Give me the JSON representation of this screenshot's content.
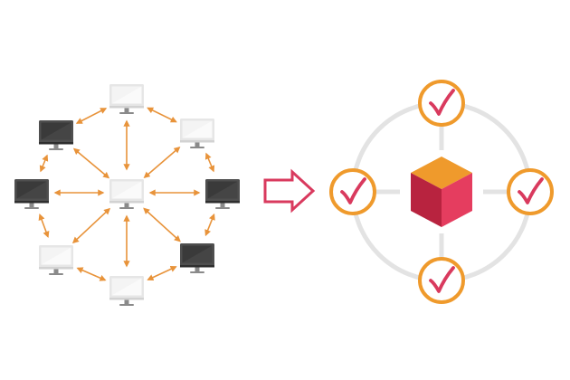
{
  "diagram": {
    "kind": "network-to-centralized",
    "left": {
      "name": "peer-network",
      "node_type": "computer-monitor",
      "node_count": 9,
      "dark_nodes": 4,
      "light_nodes": 5,
      "connection_style": "double-headed arrows"
    },
    "transition": {
      "name": "transform-arrow",
      "direction": "right"
    },
    "right": {
      "name": "central-hub",
      "center_icon": "cube-icon",
      "satellite_icon": "check-circle-icon",
      "satellite_count": 4,
      "connection_style": "ring with spokes"
    }
  },
  "colors": {
    "connector_arrows": "#e8933a",
    "monitor_dark": "#4f4f4f",
    "monitor_light": "#e6e6e6",
    "monitor_stand": "#8a8a8a",
    "transition_arrow": "#d93a5e",
    "ring": "#e3e3e3",
    "check_circle_stroke": "#ef9a2c",
    "check_mark": "#d93a5e",
    "cube_top": "#ef9a2c",
    "cube_left": "#b8233f",
    "cube_right": "#e53d5f"
  }
}
